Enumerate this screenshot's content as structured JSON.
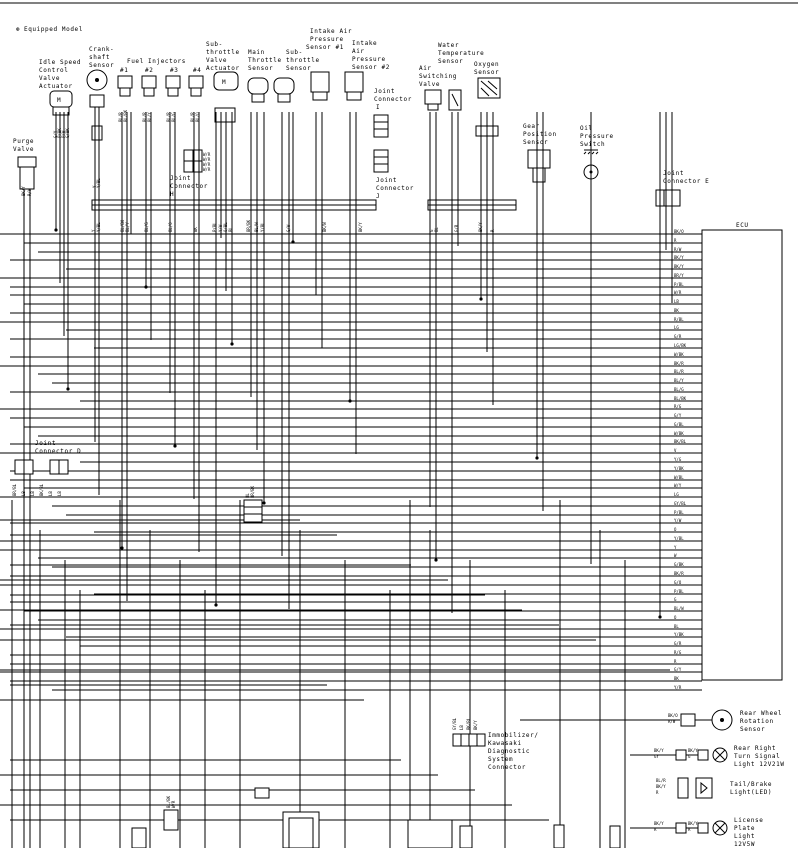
{
  "legend": {
    "symbol": "⊛",
    "text": "Equipped Model"
  },
  "components": {
    "idle_speed": [
      "Idle Speed",
      "Control",
      "Valve",
      "Actuator"
    ],
    "crankshaft": [
      "Crank-",
      "shaft",
      "Sensor"
    ],
    "fuel_injectors": {
      "title": "Fuel Injectors",
      "numbers": [
        "#1",
        "#2",
        "#3",
        "#4"
      ]
    },
    "sub_throttle_actuator": [
      "Sub-",
      "throttle",
      "Valve",
      "Actuator"
    ],
    "main_throttle": [
      "Main",
      "Throttle",
      "Sensor"
    ],
    "sub_throttle_sensor": [
      "Sub-",
      "throttle",
      "Sensor"
    ],
    "intake_air_1": [
      "Intake Air",
      "Pressure",
      "Sensor #1"
    ],
    "intake_air_2": [
      "Intake",
      "Air",
      "Pressure",
      "Sensor #2"
    ],
    "joint_i": [
      "Joint",
      "Connector",
      "I"
    ],
    "joint_j": [
      "Joint",
      "Connector",
      "J"
    ],
    "joint_h": [
      "Joint",
      "Connector",
      "H"
    ],
    "air_switching": [
      "Air",
      "Switching",
      "Valve"
    ],
    "water_temp": [
      "Water",
      "Temperature",
      "Sensor"
    ],
    "oxygen": [
      "Oxygen",
      "Sensor"
    ],
    "gear_position": [
      "Gear",
      "Position",
      "Sensor"
    ],
    "oil_pressure": [
      "Oil",
      "Pressure",
      "Switch"
    ],
    "joint_e": [
      "Joint",
      "Connector E"
    ],
    "ecu": "ECU",
    "purge_valve": [
      "Purge",
      "Valve"
    ],
    "joint_d": [
      "Joint",
      "Connector D"
    ],
    "immobilizer": [
      "Immobilizer/",
      "Kawasaki",
      "Diagnostic",
      "System",
      "Connector"
    ],
    "rear_wheel": [
      "Rear Wheel",
      "Rotation",
      "Sensor"
    ],
    "rear_turn": [
      "Rear Right",
      "Turn Signal",
      "Light 12V21W"
    ],
    "tail_brake": [
      "Tail/Brake",
      "Light(LED)"
    ],
    "license_plate": [
      "License",
      "Plate",
      "Light",
      "12V5W"
    ]
  },
  "ecu_pins": [
    "BK/O",
    "R",
    "R/W",
    "BK/Y",
    "BK/Y",
    "BR/Y",
    "P/BL",
    "W/R",
    "LB",
    "BK",
    "R/BL",
    "LG",
    "G/R",
    "LG/BK",
    "W/BK",
    "BK/R",
    "BL/R",
    "BL/Y",
    "BL/G",
    "BL/BK",
    "R/G",
    "G/Y",
    "G/BL",
    "W/BK",
    "BK/BL",
    "V",
    "Y/G",
    "Y/BK",
    "W/BL",
    "W/Y",
    "LG",
    "GY/BL",
    "P/BL",
    "Y/W",
    "O",
    "Y/BL",
    "Y",
    "W",
    "G/BK",
    "BK/R",
    "G/O",
    "P/BL",
    "G",
    "BL/W",
    "O",
    "BL",
    "Y/BK",
    "G/R",
    "R/G",
    "R",
    "G/Y",
    "BK",
    "Y/R"
  ],
  "wire_colors": {
    "idle_speed": [
      "G/Y",
      "P/BK",
      "P/W",
      "G/BK"
    ],
    "crankshaft": [
      "Y",
      "Y/BL"
    ],
    "injector1": [
      "BL/R",
      "BL/BK"
    ],
    "injector2": [
      "BL/R",
      "BL/Y"
    ],
    "injector3": [
      "BL/R",
      "BL/G"
    ],
    "injector4": [
      "BL/R",
      "BL/O"
    ],
    "bus_labels": [
      "Y",
      "Y/BL",
      "BL/BK",
      "BL/Y",
      "BL/G",
      "BL/O",
      "BK",
      "P/BL",
      "Y/W",
      "O/BL",
      "BL",
      "BR/BK",
      "BL/W",
      "Y/BL",
      "G/W",
      "BK/W",
      "BK/Y",
      "G",
      "BL",
      "G/R",
      "BK/Y",
      "R"
    ],
    "joint_h_pins": [
      "W/R",
      "W/R",
      "W/R",
      "W/R"
    ],
    "purge_valve": [
      "BK/Y",
      "R/W"
    ],
    "joint_d": [
      "BR/BL",
      "LB",
      "LB",
      "BK/BL",
      "LB",
      "LB"
    ],
    "mid_connector": [
      "BL",
      "BR/BK"
    ],
    "bottom_connector": [
      "BL/BK",
      "W/R"
    ],
    "immobilizer": [
      "GY/BL",
      "LB",
      "BK/BL",
      "BK/Y"
    ],
    "rear_wheel": [
      "BK/O",
      "R/W"
    ],
    "rear_turn": [
      "BK/Y",
      "GY",
      "BK/Y",
      "G"
    ],
    "tail_brake": [
      "BL/R",
      "BK/Y",
      "R"
    ],
    "license": [
      "BK/Y",
      "R",
      "BK/Y",
      "R"
    ]
  },
  "colors": {
    "line": "#000000",
    "background": "#ffffff"
  }
}
